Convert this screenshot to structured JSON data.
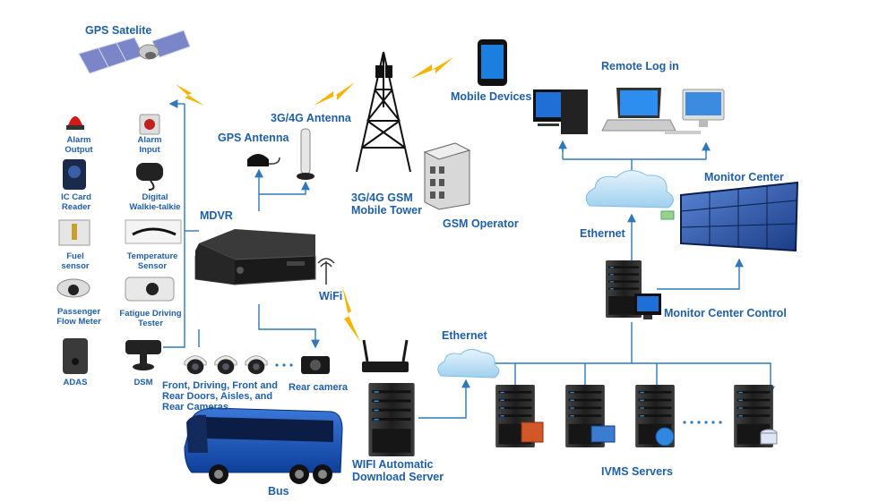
{
  "labels": {
    "gps_satellite": "GPS Satelite",
    "gps_antenna": "GPS Antenna",
    "antenna_3g4g": "3G/4G Antenna",
    "mobile_tower_line1": "3G/4G GSM",
    "mobile_tower_line2": "Mobile Tower",
    "gsm_operator": "GSM Operator",
    "mobile_devices": "Mobile Devices",
    "remote_log_in": "Remote Log in",
    "monitor_center": "Monitor Center",
    "ethernet_top": "Ethernet",
    "monitor_center_control": "Monitor Center Control",
    "mdvr": "MDVR",
    "wifi": "WiFi",
    "ethernet_bottom": "Ethernet",
    "wifi_server_line1": "WIFI Automatic",
    "wifi_server_line2": "Download Server",
    "ivms_servers": "IVMS Servers",
    "cameras_line1": "Front, Driving, Front and",
    "cameras_line2": "Rear Doors, Aisles, and",
    "cameras_line3": "Rear Cameras",
    "rear_camera": "Rear camera",
    "bus": "Bus"
  },
  "peripherals": [
    {
      "line1": "Alarm",
      "line2": "Output",
      "icon": "alarm-light-icon"
    },
    {
      "line1": "Alarm",
      "line2": "Input",
      "icon": "alarm-button-icon"
    },
    {
      "line1": "IC Card",
      "line2": "Reader",
      "icon": "card-reader-icon"
    },
    {
      "line1": "Digital",
      "line2": "Walkie-talkie",
      "icon": "walkie-talkie-icon"
    },
    {
      "line1": "Fuel",
      "line2": "sensor",
      "icon": "fuel-sensor-icon"
    },
    {
      "line1": "Temperature",
      "line2": "Sensor",
      "icon": "temperature-sensor-icon"
    },
    {
      "line1": "Passenger",
      "line2": "Flow Meter",
      "icon": "flow-meter-icon"
    },
    {
      "line1": "Fatigue Driving",
      "line2": "Tester",
      "icon": "fatigue-tester-icon"
    },
    {
      "line1": "ADAS",
      "line2": "",
      "icon": "adas-icon"
    },
    {
      "line1": "DSM",
      "line2": "",
      "icon": "dsm-icon"
    }
  ],
  "colors": {
    "label_blue": "#1f5fa8",
    "line_blue": "#2f78b8",
    "lightning": "#f5b400",
    "cloud": "#b9ddf3",
    "server": "#2b2b2b",
    "server_led": "#2f8fd8"
  }
}
